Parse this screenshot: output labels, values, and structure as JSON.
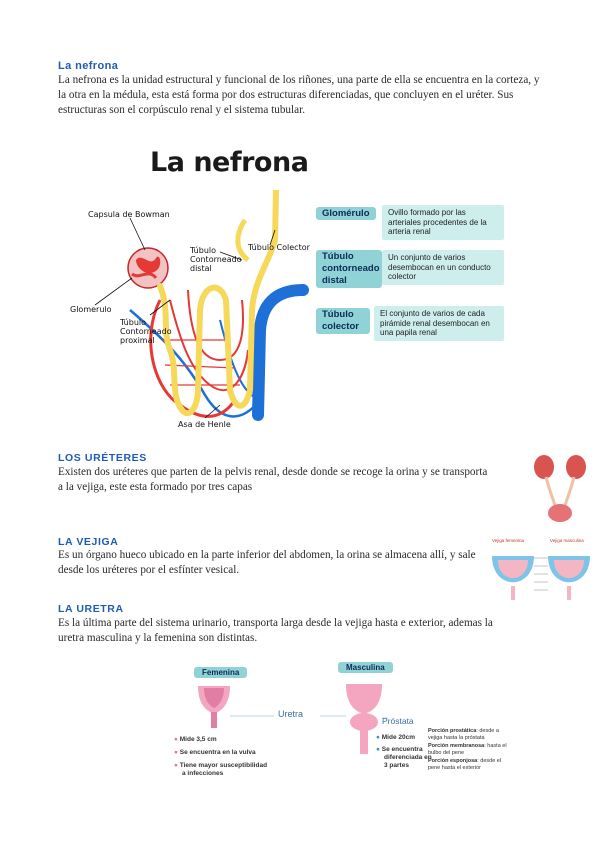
{
  "intro": {
    "title": "La nefrona",
    "text": "La nefrona es la unidad estructural y funcional de los riñones, una parte de ella se encuentra en la corteza, y la otra en la médula, esta está forma por dos estructuras diferenciadas, que concluyen en el uréter. Sus estructuras son el corpúsculo renal y el sistema tubular."
  },
  "nephron_diagram": {
    "title": "La nefrona",
    "labels": {
      "capsula": "Capsula de Bowman",
      "tubulo_distal": "Túbulo Contorneado distal",
      "tubulo_colector": "Túbulo Colector",
      "glomerulo": "Glomerulo",
      "tubulo_proximal": "Túbulo Contorneado proximal",
      "asa": "Asa de Henle"
    },
    "legend": [
      {
        "term": "Glomérulo",
        "desc": "Ovillo formado por las arteriales procedentes de la arteria renal"
      },
      {
        "term": "Túbulo contorneado distal",
        "desc": "Un conjunto de varios desembocan en un conducto colector"
      },
      {
        "term": "Túbulo colector",
        "desc": "El conjunto de varios de cada pirámide renal desembocan en una papila renal"
      }
    ],
    "colors": {
      "artery": "#e53935",
      "vein": "#1e6fd8",
      "tubule": "#f6d85a",
      "teal": "#8fd3d6"
    }
  },
  "ureteres": {
    "title": "LOS URÉTERES",
    "text": "Existen dos uréteres que parten de la pelvis renal, desde donde se recoge la orina y se transporta a la vejiga, este esta formado por tres capas"
  },
  "vejiga": {
    "title": "LA VEJIGA",
    "text": "Es un órgano hueco ubicado en la parte inferior del abdomen, la orina se almacena allí, y sale desde los uréteres por el esfínter vesical.",
    "figure": {
      "left": "Vejiga femenina",
      "right": "Vejiga masculina"
    }
  },
  "uretra": {
    "title": "LA URETRA",
    "text": "Es la última parte del sistema urinario, transporta larga desde la vejiga hasta e exterior, ademas la uretra masculina y la femenina son distintas.",
    "figure": {
      "femenina": "Femenina",
      "masculina": "Masculina",
      "uretra": "Uretra",
      "prostata": "Próstata",
      "fem_points": [
        "Mide 3,5 cm",
        "Se encuentra en la vulva",
        "Tiene mayor susceptibilidad a infecciones"
      ],
      "masc_points": [
        "Mide 20cm",
        "Se encuentra diferenciada en 3 partes"
      ],
      "parts": [
        {
          "name": "Porción prostática",
          "desc": ": desde a vejiga hasta la próstata"
        },
        {
          "name": "Porción membranosa",
          "desc": ": hasta el bulbo del pene"
        },
        {
          "name": "Porción esponjosa",
          "desc": ": desde el pene hasta el exterior"
        }
      ]
    }
  }
}
